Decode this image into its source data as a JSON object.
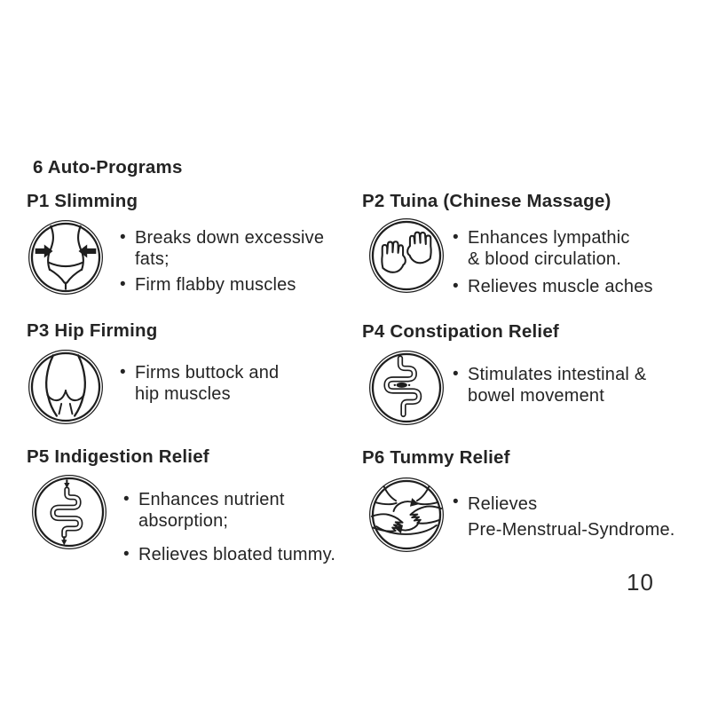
{
  "page": {
    "heading": "6 Auto-Programs",
    "page_number": "10",
    "bullet_glyph": "•"
  },
  "colors": {
    "text": "#242424",
    "background": "#ffffff",
    "icon_stroke": "#1e1e1e"
  },
  "programs": [
    {
      "id": "P1",
      "title": "P1 Slimming",
      "icon": "slimming-waist-icon",
      "bullets": [
        {
          "lines": [
            "Breaks down excessive",
            "fats;"
          ]
        },
        {
          "lines": [
            "Firm flabby muscles"
          ]
        }
      ]
    },
    {
      "id": "P2",
      "title": "P2 Tuina (Chinese Massage)",
      "icon": "massage-hands-icon",
      "bullets": [
        {
          "lines": [
            "Enhances lympathic",
            "& blood circulation."
          ]
        },
        {
          "lines": [
            "Relieves muscle aches"
          ]
        }
      ]
    },
    {
      "id": "P3",
      "title": "P3 Hip Firming",
      "icon": "hip-buttocks-icon",
      "bullets": [
        {
          "lines": [
            "Firms buttock and",
            "hip muscles"
          ]
        }
      ]
    },
    {
      "id": "P4",
      "title": "P4 Constipation Relief",
      "icon": "intestine-blockage-icon",
      "bullets": [
        {
          "lines": [
            "Stimulates intestinal &",
            "bowel movement"
          ]
        }
      ]
    },
    {
      "id": "P5",
      "title": "P5 Indigestion Relief",
      "icon": "intestine-flow-icon",
      "bullets": [
        {
          "lines": [
            "Enhances nutrient",
            "absorption;"
          ]
        },
        {
          "lines": [
            "Relieves bloated tummy."
          ]
        }
      ]
    },
    {
      "id": "P6",
      "title": "P6 Tummy Relief",
      "icon": "tummy-massage-icon",
      "bullets": [
        {
          "lines": [
            "Relieves",
            "Pre-Menstrual-Syndrome."
          ]
        }
      ]
    }
  ]
}
